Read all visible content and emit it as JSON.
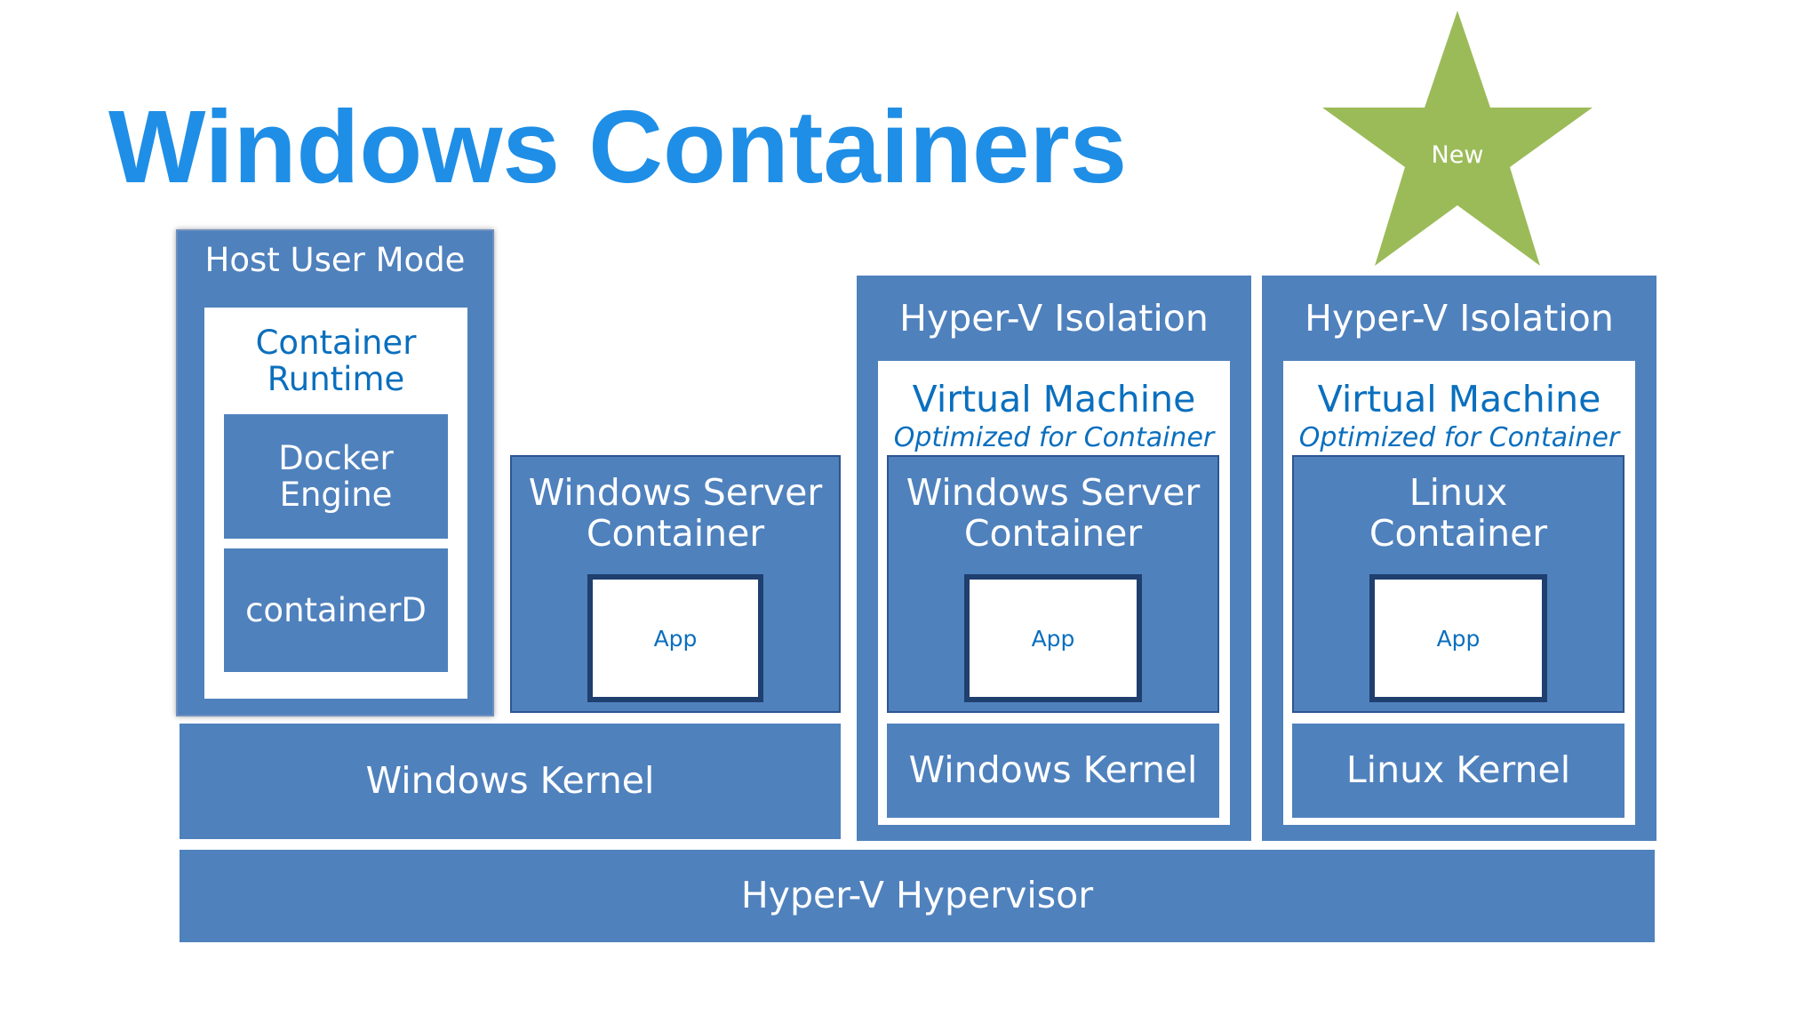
{
  "title": "Windows Containers",
  "badge": {
    "label": "New",
    "color": "#9bbb59"
  },
  "colors": {
    "block": "#4f81bd",
    "title": "#1f8ee6",
    "inner_text": "#0a6fbe"
  },
  "host_user_mode": {
    "label": "Host User Mode",
    "runtime_label_line1": "Container",
    "runtime_label_line2": "Runtime",
    "docker_line1": "Docker",
    "docker_line2": "Engine",
    "containerd": "containerD"
  },
  "windows_server_container": {
    "line1": "Windows Server",
    "line2": "Container",
    "app": "App"
  },
  "windows_kernel_shared": "Windows Kernel",
  "hyperv_windows": {
    "header": "Hyper-V Isolation",
    "vm_title": "Virtual Machine",
    "vm_subtitle": "Optimized for Container",
    "container_line1": "Windows Server",
    "container_line2": "Container",
    "app": "App",
    "kernel": "Windows Kernel"
  },
  "hyperv_linux": {
    "header": "Hyper-V Isolation",
    "vm_title": "Virtual Machine",
    "vm_subtitle": "Optimized for Container",
    "container_line1": "Linux",
    "container_line2": "Container",
    "app": "App",
    "kernel": "Linux Kernel"
  },
  "hypervisor": "Hyper-V Hypervisor"
}
